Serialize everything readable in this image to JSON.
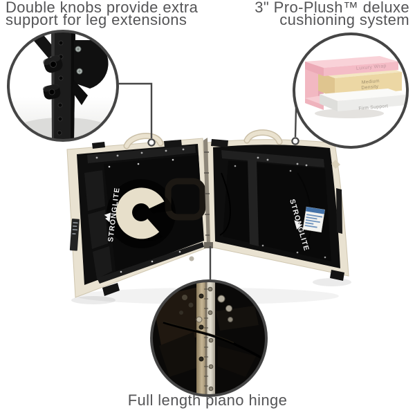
{
  "annotations": {
    "double_knobs": {
      "line1": "Double knobs provide extra",
      "line2": "support for leg extensions"
    },
    "pro_plush": {
      "line1": "3\" Pro-Plush™ deluxe",
      "line2": "cushioning system"
    },
    "piano_hinge": {
      "label": "Full length piano hinge"
    }
  },
  "cushion_diagram": {
    "layers": [
      {
        "label": "Luxury Wrap",
        "color": "#f4bcc6"
      },
      {
        "label": "Medium Density",
        "line1": "Medium",
        "line2": "Density",
        "color": "#ecd7a4"
      },
      {
        "label": "Firm Support",
        "color": "#ececea"
      }
    ]
  },
  "product": {
    "brand": "STRONGLITE"
  },
  "colors": {
    "callout_line": "#474747",
    "caption_text": "#545456",
    "shell_cream": "#e9e2d1",
    "interior_black": "#0e0e0e",
    "cushion_cream": "#e7dfca"
  }
}
